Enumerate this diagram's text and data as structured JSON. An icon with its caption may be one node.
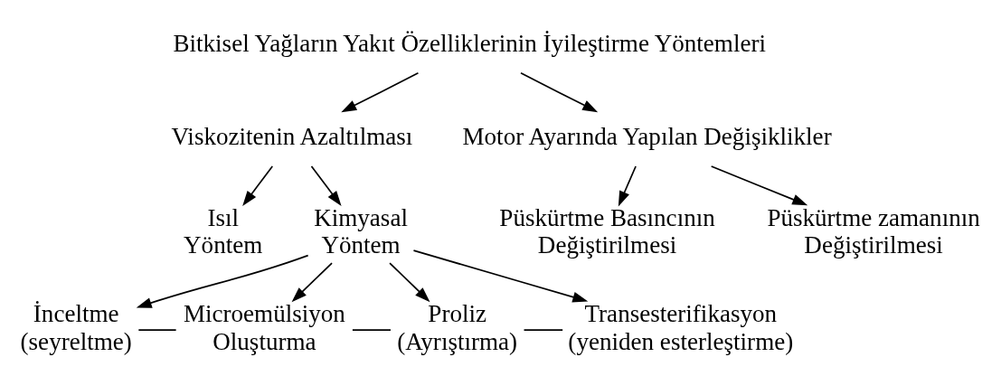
{
  "diagram": {
    "nodes": [
      {
        "text": [
          "Bitkisel Yağların Yakıt Özelliklerinin İyileştirme Yöntemleri"
        ]
      },
      {
        "text": [
          "Viskozitenin Azaltılması"
        ]
      },
      {
        "text": [
          "Motor Ayarında Yapılan Değişiklikler"
        ]
      },
      {
        "text": [
          "Isıl Yöntem"
        ]
      },
      {
        "text": [
          "Kimyasal Yöntem"
        ]
      },
      {
        "text": [
          "Püskürtme Basıncının Değiştirilmesi"
        ]
      },
      {
        "text": [
          "Püskürtme zamanının Değiştirilmesi"
        ]
      },
      {
        "text": [
          "İnceltme (seyreltme)"
        ]
      },
      {
        "text": [
          "Microemülsiyon Oluşturma"
        ]
      },
      {
        "text": [
          "Proliz (Ayrıştırma)"
        ]
      },
      {
        "text": [
          "Transesterifikasyon (yeniden esterleştirme)"
        ]
      }
    ],
    "edges": [
      {
        "from": 0,
        "to": 1,
        "arrow": "to"
      },
      {
        "from": 0,
        "to": 2,
        "arrow": "to"
      },
      {
        "from": 1,
        "to": 3,
        "arrow": "to"
      },
      {
        "from": 1,
        "to": 4,
        "arrow": "to"
      },
      {
        "from": 2,
        "to": 5,
        "arrow": "to"
      },
      {
        "from": 2,
        "to": 6,
        "arrow": "to"
      },
      {
        "from": 4,
        "to": 7,
        "arrow": "to"
      },
      {
        "from": 4,
        "to": 8,
        "arrow": "to"
      },
      {
        "from": 4,
        "to": 9,
        "arrow": "to"
      },
      {
        "from": 4,
        "to": 10,
        "arrow": "to"
      },
      {
        "from": 7,
        "to": 8,
        "arrow": "none"
      },
      {
        "from": 8,
        "to": 9,
        "arrow": "none"
      },
      {
        "from": 9,
        "to": 10,
        "arrow": "none"
      }
    ]
  }
}
